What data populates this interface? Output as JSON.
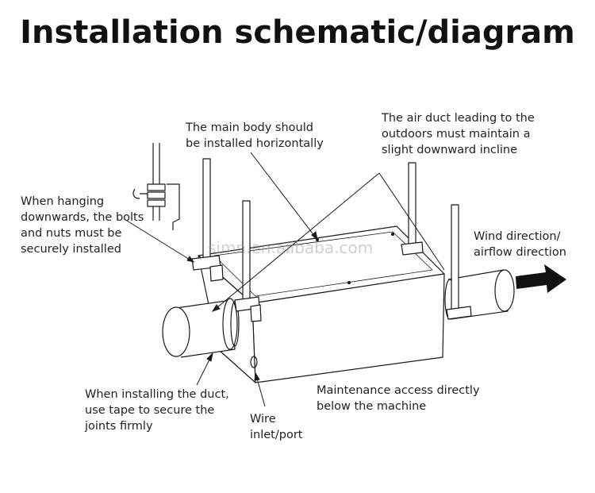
{
  "title": "Installation schematic/diagram",
  "watermark": "simn.en.alibaba.com",
  "annotations": {
    "main_body": "The main body should\nbe installed horizontally",
    "air_duct": "The air duct leading to the\noutdoors must maintain a\nslight downward incline",
    "hanging": "When hanging\ndownwards, the bolts\nand nuts must be\nsecurely installed",
    "wind_direction": "Wind direction/\nairflow direction",
    "duct_tape": "When installing the duct,\nuse tape to secure the\njoints firmly",
    "wire": "Wire\ninlet/port",
    "maintenance": "Maintenance access directly\nbelow the machine"
  },
  "colors": {
    "line": "#1a1a1a",
    "arrow": "#111111",
    "text": "#222222"
  }
}
